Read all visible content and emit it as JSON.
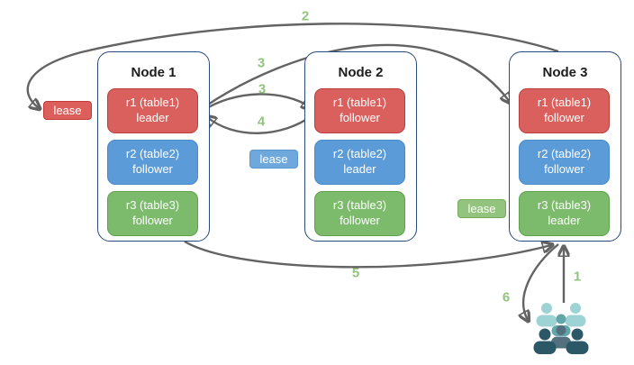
{
  "diagram_title": "range lease / leader-follower replication diagram",
  "nodes": [
    {
      "title": "Node 1",
      "replicas": [
        {
          "name": "r1 (table1)",
          "role": "leader",
          "color": "red"
        },
        {
          "name": "r2 (table2)",
          "role": "follower",
          "color": "blue"
        },
        {
          "name": "r3 (table3)",
          "role": "follower",
          "color": "green"
        }
      ]
    },
    {
      "title": "Node 2",
      "replicas": [
        {
          "name": "r1 (table1)",
          "role": "follower",
          "color": "red"
        },
        {
          "name": "r2 (table2)",
          "role": "leader",
          "color": "blue"
        },
        {
          "name": "r3 (table3)",
          "role": "follower",
          "color": "green"
        }
      ]
    },
    {
      "title": "Node 3",
      "replicas": [
        {
          "name": "r1 (table1)",
          "role": "follower",
          "color": "red"
        },
        {
          "name": "r2 (table2)",
          "role": "follower",
          "color": "blue"
        },
        {
          "name": "r3 (table3)",
          "role": "leader",
          "color": "green"
        }
      ]
    }
  ],
  "leases": {
    "red": {
      "label": "lease"
    },
    "blue": {
      "label": "lease"
    },
    "green": {
      "label": "lease"
    }
  },
  "steps": {
    "s1": "1",
    "s2": "2",
    "s3a": "3",
    "s3b": "3",
    "s4": "4",
    "s5": "5",
    "s6": "6"
  },
  "colors": {
    "replica_red": "#d9605d",
    "replica_red_border": "#b9403d",
    "replica_blue": "#5b9bd8",
    "replica_blue_border": "#4a8ac9",
    "replica_green": "#7cbb6b",
    "replica_green_border": "#5fa24e",
    "lease_red": "#dd5f5c",
    "lease_blue": "#6fa8dc",
    "lease_green": "#93c47d",
    "step_label": "#93c47d",
    "arrow": "#636363",
    "node_border": "#2a4a7b",
    "users_light": "#9ed3d5",
    "users_teal": "#63a6aa",
    "users_slate": "#53707e",
    "users_dark": "#2b5767"
  }
}
